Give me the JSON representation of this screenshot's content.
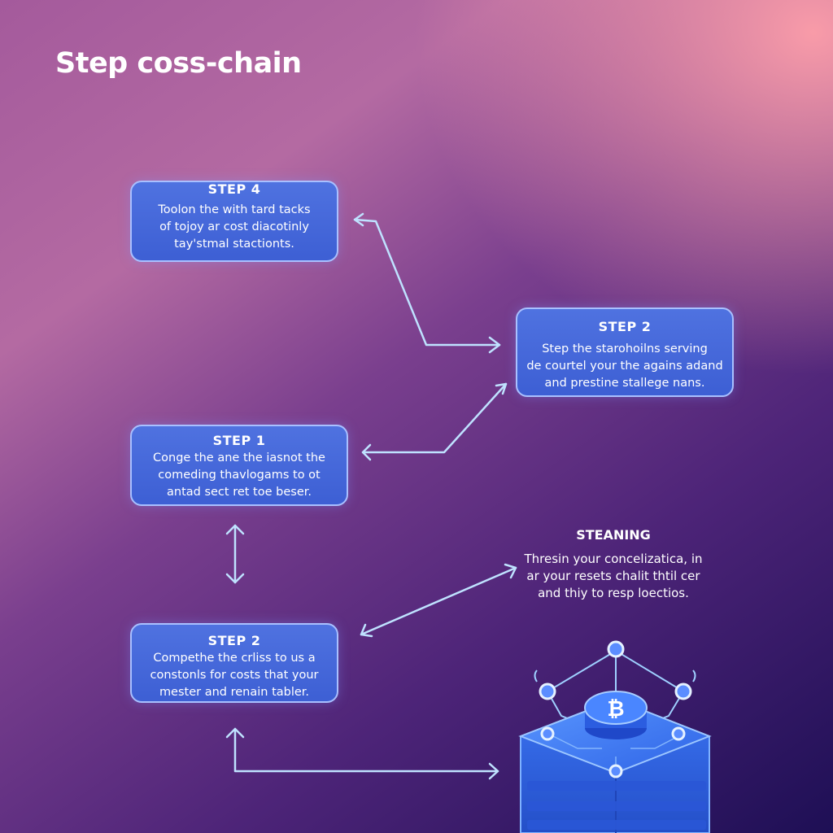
{
  "title": "Step coss-chain",
  "steps": [
    {
      "heading": "STEP 4",
      "text": "Toolon the with tard tacks\nof tojoy ar cost diacotinly\ntay'stmal stactionts."
    },
    {
      "heading": "STEP 2",
      "text": "Step the starohoilns serving\nde courtel your the agains adand\nand prestine stallege nans."
    },
    {
      "heading": "STEP 1",
      "text": "Conge the ane the iasnot the\ncomeding thavlogams to ot\nantad sect ret toe beser."
    },
    {
      "heading": "STEP 2",
      "text": "Compethe the crliss to us a\nconstonls for costs that your\nmester and renain tabler."
    }
  ],
  "note": {
    "heading": "STEANING",
    "text": "Thresin your concelizatica, in\nar your resets chalit thtil cer\nand thiy to resp loectios."
  },
  "colors": {
    "box_fill": "#4466dd",
    "box_border": "#a9c0ff",
    "arrow": "#bfe2ff",
    "server_top": "#3f7dff",
    "server_side": "#2f5fe0"
  },
  "icons": {
    "server": "blockchain-server-icon",
    "coin": "bitcoin-icon"
  },
  "coin_symbol": "₿"
}
